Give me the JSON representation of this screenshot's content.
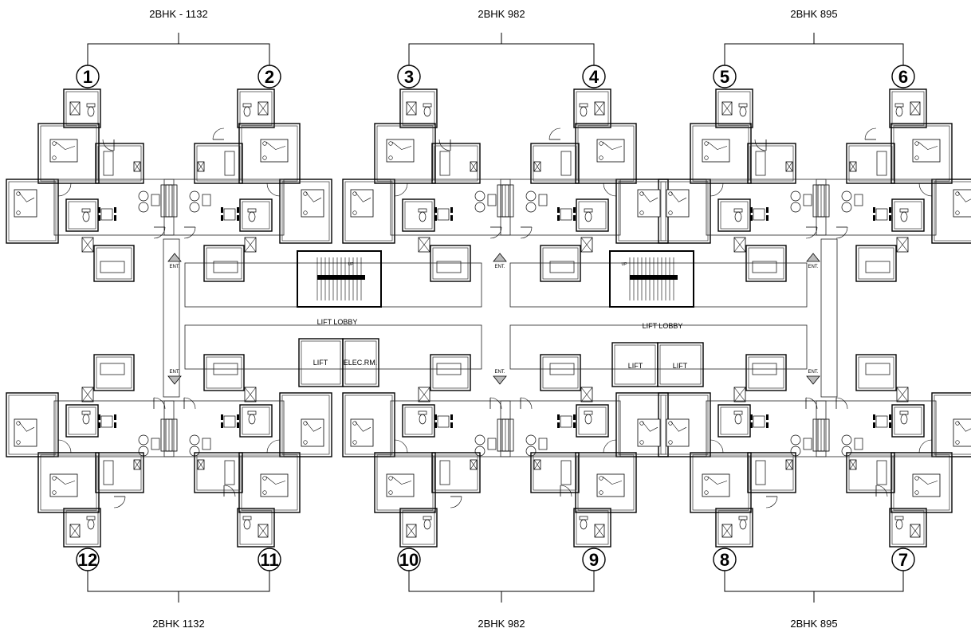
{
  "groups_top": [
    {
      "label": "2BHK - 1132",
      "units": [
        "1",
        "2"
      ]
    },
    {
      "label": "2BHK 982",
      "units": [
        "3",
        "4"
      ]
    },
    {
      "label": "2BHK 895",
      "units": [
        "5",
        "6"
      ]
    }
  ],
  "groups_bottom": [
    {
      "label": "2BHK 1132",
      "units": [
        "12",
        "11"
      ]
    },
    {
      "label": "2BHK 982",
      "units": [
        "10",
        "9"
      ]
    },
    {
      "label": "2BHK 895",
      "units": [
        "8",
        "7"
      ]
    }
  ],
  "core": {
    "lift_lobby": "LIFT LOBBY",
    "lift": "LIFT",
    "elec_room": "ELEC.RM.",
    "entry": "ENT.",
    "stair_up": "UP"
  }
}
